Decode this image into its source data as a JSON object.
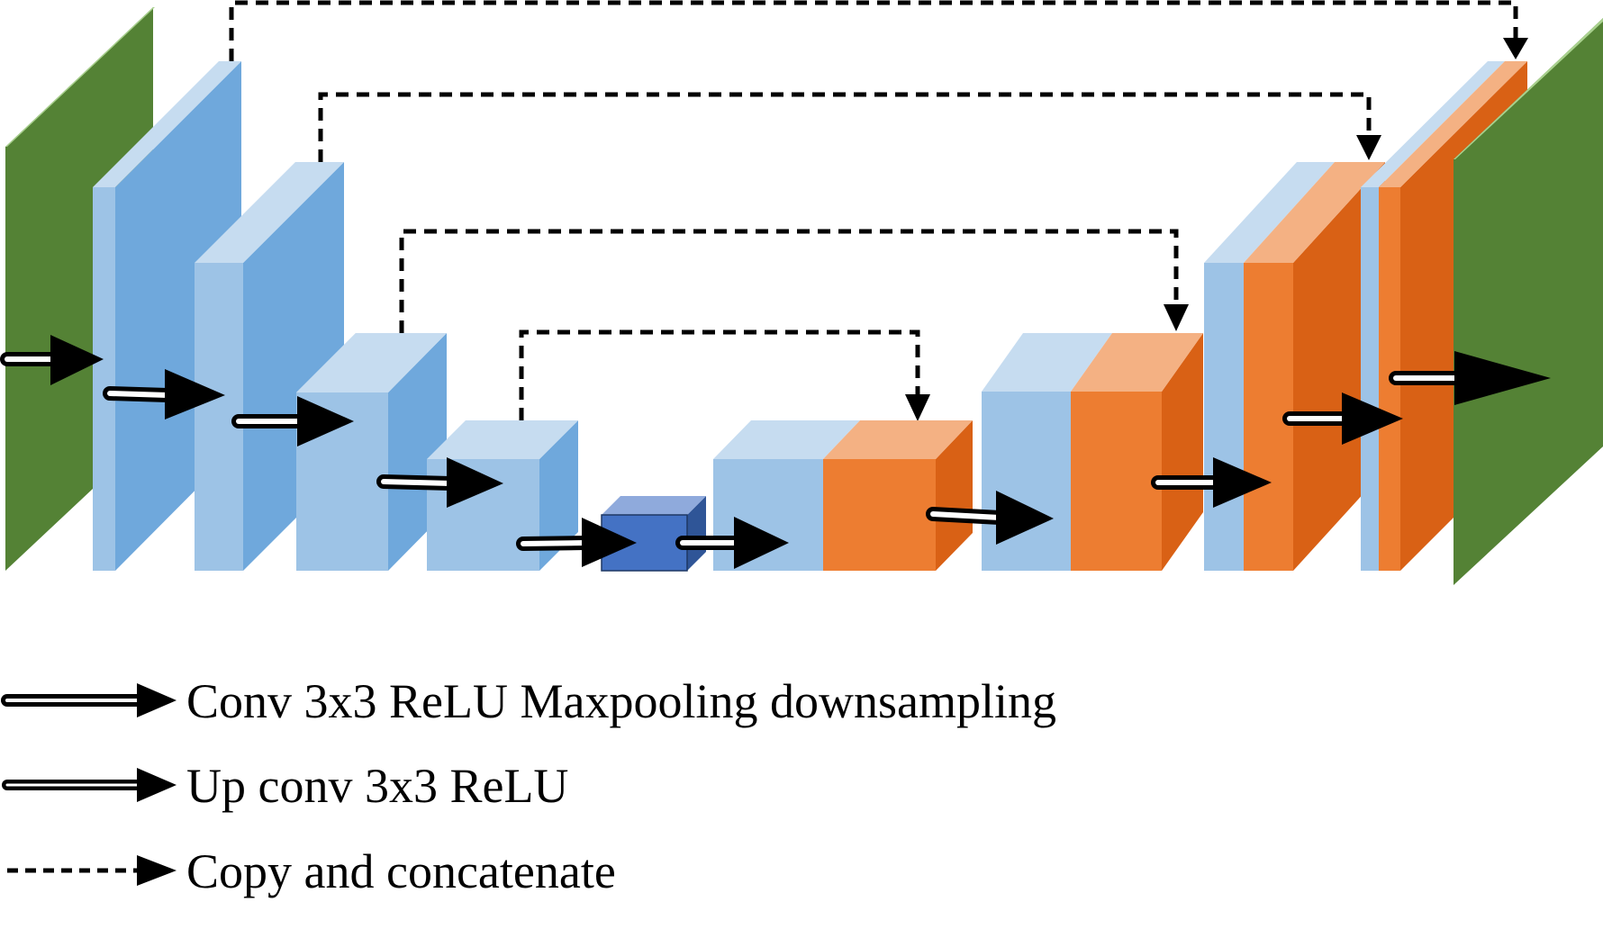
{
  "colors": {
    "background": "#ffffff",
    "input_output_plane": "#548235",
    "encoder_block": "#9dc3e6",
    "bottleneck_block": "#4472c4",
    "decoder_block": "#ed7d31",
    "arrow": "#000000"
  },
  "legend": {
    "items": [
      {
        "icon": "outlined-thick-arrow-icon",
        "label": "Conv 3x3 ReLU Maxpooling downsampling"
      },
      {
        "icon": "outlined-thin-arrow-icon",
        "label": "Up conv 3x3 ReLU"
      },
      {
        "icon": "dashed-arrow-icon",
        "label": "Copy and concatenate"
      }
    ]
  }
}
